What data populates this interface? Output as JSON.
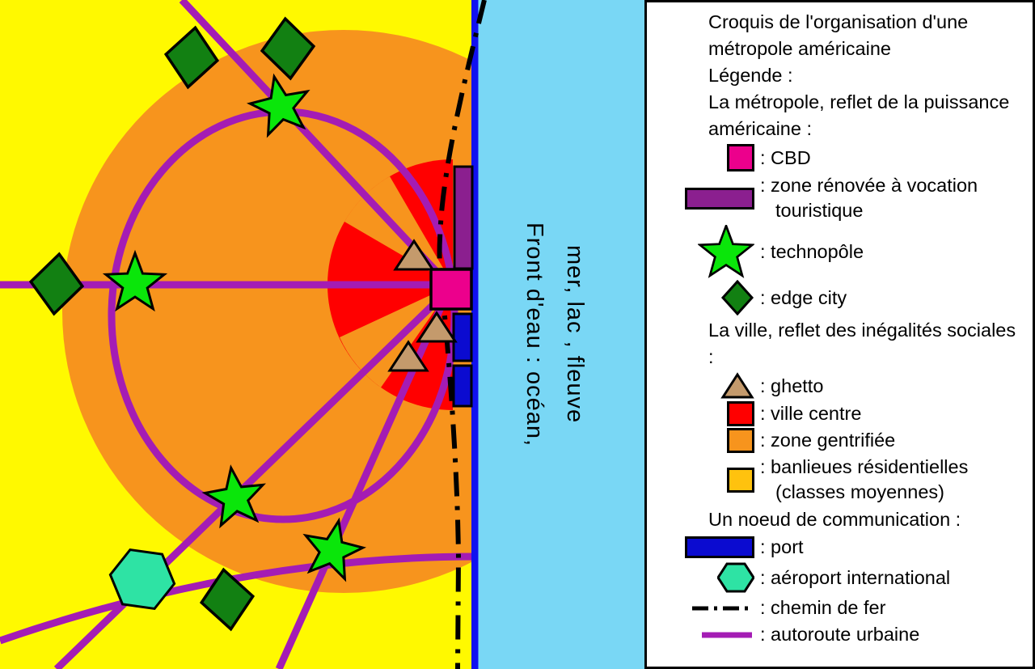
{
  "water": {
    "line1": "Front d'eau : océan,",
    "line2": "mer, lac , fleuve"
  },
  "legend": {
    "title": "Croquis de l'organisation d'une métropole américaine",
    "legende_label": "Légende :",
    "section_metropole": "La métropole, reflet de la puissance américaine :",
    "section_ville": "La ville, reflet des inégalités sociales :",
    "section_noeud": "Un noeud de communication :",
    "items": [
      {
        "icon": "cbd-square-icon",
        "label": ": CBD"
      },
      {
        "icon": "renovated-zone-rect-icon",
        "label": ": zone rénovée à vocation touristique"
      },
      {
        "icon": "technopole-star-icon",
        "label": ": technopôle"
      },
      {
        "icon": "edge-city-diamond-icon",
        "label": ": edge city"
      },
      {
        "icon": "ghetto-triangle-icon",
        "label": ": ghetto"
      },
      {
        "icon": "city-center-square-icon",
        "label": ": ville centre"
      },
      {
        "icon": "gentrified-zone-square-icon",
        "label": ": zone gentrifiée"
      },
      {
        "icon": "suburbs-square-icon",
        "label": ": banlieues résidentielles (classes moyennes)"
      },
      {
        "icon": "port-rect-icon",
        "label": ": port"
      },
      {
        "icon": "airport-hexagon-icon",
        "label": ": aéroport international"
      },
      {
        "icon": "railway-line-icon",
        "label": ": chemin de fer"
      },
      {
        "icon": "highway-line-icon",
        "label": ": autoroute urbaine"
      }
    ]
  },
  "colors": {
    "suburbs_yellow": "#FFF900",
    "suburbs_legend_amber": "#FFC20E",
    "gentrified_orange": "#F7941D",
    "city_center_red": "#FF0000",
    "cbd_magenta": "#EC008C",
    "renovated_purple": "#8B1F8F",
    "port_blue": "#0B0BD0",
    "shoreline_blue": "#1010F0",
    "water_blue": "#79D7F5",
    "technopole_green": "#0AE60A",
    "edge_city_green": "#128012",
    "airport_teal": "#2EE3A4",
    "ghetto_tan": "#C49A6C",
    "highway_purple": "#A41CB4",
    "railway_black": "#000000"
  }
}
